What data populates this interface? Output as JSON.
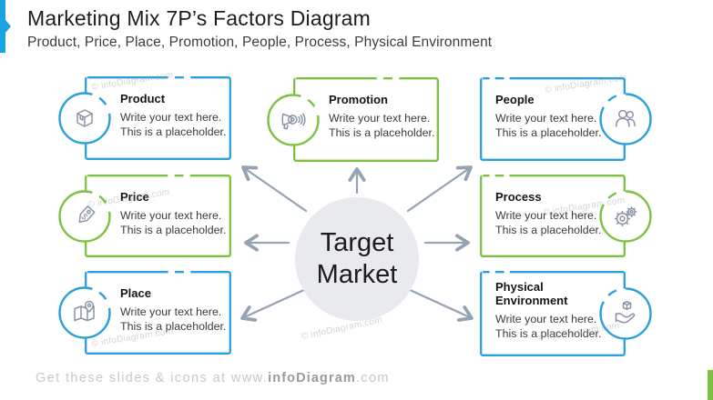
{
  "header": {
    "title": "Marketing Mix 7P’s Factors Diagram",
    "subtitle": "Product, Price, Place, Promotion, People, Process, Physical Environment"
  },
  "center": {
    "label": "Target Market"
  },
  "boxes": [
    {
      "title": "Product",
      "line1": "Write your text here.",
      "line2": "This is a placeholder.",
      "icon": "package-icon",
      "accent": "#2aa0da"
    },
    {
      "title": "Price",
      "line1": "Write your text here.",
      "line2": "This is a placeholder.",
      "icon": "price-tag-icon",
      "accent": "#7cc142"
    },
    {
      "title": "Place",
      "line1": "Write your text here.",
      "line2": "This is a placeholder.",
      "icon": "map-pin-icon",
      "accent": "#2aa0da"
    },
    {
      "title": "Promotion",
      "line1": "Write your text here.",
      "line2": "This is a placeholder.",
      "icon": "megaphone-icon",
      "accent": "#7cc142"
    },
    {
      "title": "People",
      "line1": "Write your text here.",
      "line2": "This is a placeholder.",
      "icon": "people-icon",
      "accent": "#2aa0da"
    },
    {
      "title": "Process",
      "line1": "Write your text here.",
      "line2": "This is a placeholder.",
      "icon": "gears-icon",
      "accent": "#7cc142"
    },
    {
      "title": "Physical Environment",
      "line1": "Write your text here.",
      "line2": "This is a placeholder.",
      "icon": "hand-box-icon",
      "accent": "#2aa0da"
    }
  ],
  "watermark": "© infoDiagram.com",
  "footer": {
    "prefix": "Get these slides & icons at www.",
    "brand": "infoDiagram",
    "suffix": ".com"
  },
  "colors": {
    "blue": "#2aa0da",
    "green": "#7cc142",
    "accent_bar": "#19a3e1",
    "arrow": "#94a2b4",
    "icon_stroke": "#8b94a8",
    "center_fill": "#e9eaed"
  }
}
